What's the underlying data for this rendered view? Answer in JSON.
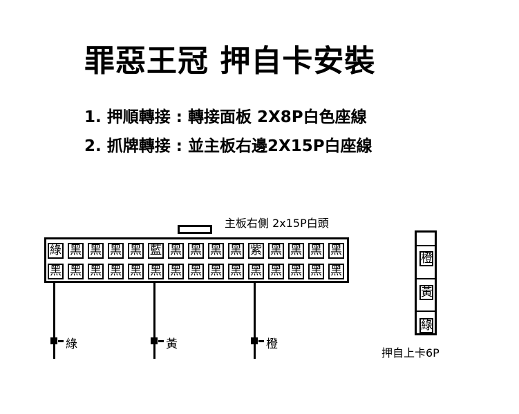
{
  "title": "罪惡王冠 押自卡安裝",
  "lines": [
    "1. 押順轉接 : 轉接面板 2X8P白色座線",
    "2. 抓牌轉接 : 並主板右邊2X15P白座線"
  ],
  "main_connector": {
    "label": "主板右側 2x15P白頭",
    "top_row": [
      "綠",
      "黑",
      "黑",
      "黑",
      "黑",
      "藍",
      "黑",
      "黑",
      "黑",
      "黑",
      "紫",
      "黑",
      "黑",
      "黑",
      "黑"
    ],
    "bottom_row": [
      "黑",
      "黑",
      "黑",
      "黑",
      "黑",
      "黑",
      "黑",
      "黑",
      "黑",
      "黑",
      "黑",
      "黑",
      "黑",
      "黑",
      "黑"
    ],
    "wires": [
      {
        "label": "綠"
      },
      {
        "label": "黃"
      },
      {
        "label": "橙"
      }
    ]
  },
  "side_connector": {
    "label": "押自上卡6P",
    "pins": [
      "橙",
      "黃",
      "綠"
    ]
  }
}
